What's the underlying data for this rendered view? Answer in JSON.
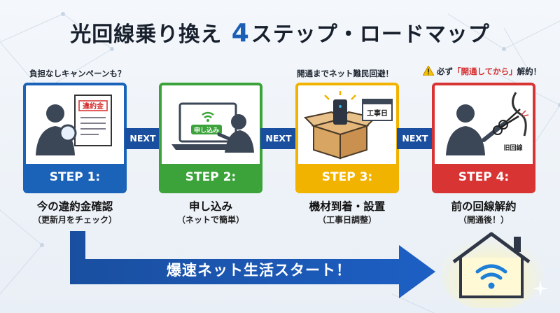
{
  "title": {
    "main": "光回線乗り換え",
    "number": "4",
    "rest": "ステップ・ロードマップ"
  },
  "notes": {
    "step1": "負担なしキャンペーンも？",
    "step3": "開通までネット難民回避！",
    "step4_prefix": "必ず",
    "step4_highlight": "「開通してから」",
    "step4_suffix": "解約！"
  },
  "steps": [
    {
      "band": "STEP 1:",
      "label": "今の違約金確認",
      "sub": "（更新月をチェック）",
      "tag": "違約金"
    },
    {
      "band": "STEP 2:",
      "label": "申し込み",
      "sub": "（ネットで簡単）",
      "tag": "申し込み"
    },
    {
      "band": "STEP 3:",
      "label": "機材到着・設置",
      "sub": "（工事日調整）",
      "tag": "工事日"
    },
    {
      "band": "STEP 4:",
      "label": "前の回線解約",
      "sub": "（開通後！）",
      "tag": "旧回線"
    }
  ],
  "next_label": "NEXT",
  "flow_text": "爆速ネット生活スタート！",
  "colors": {
    "step1": "#1a63b8",
    "step2": "#3ba33a",
    "step3": "#f2b300",
    "step4": "#d93434",
    "flow": "#1a4fa0"
  }
}
